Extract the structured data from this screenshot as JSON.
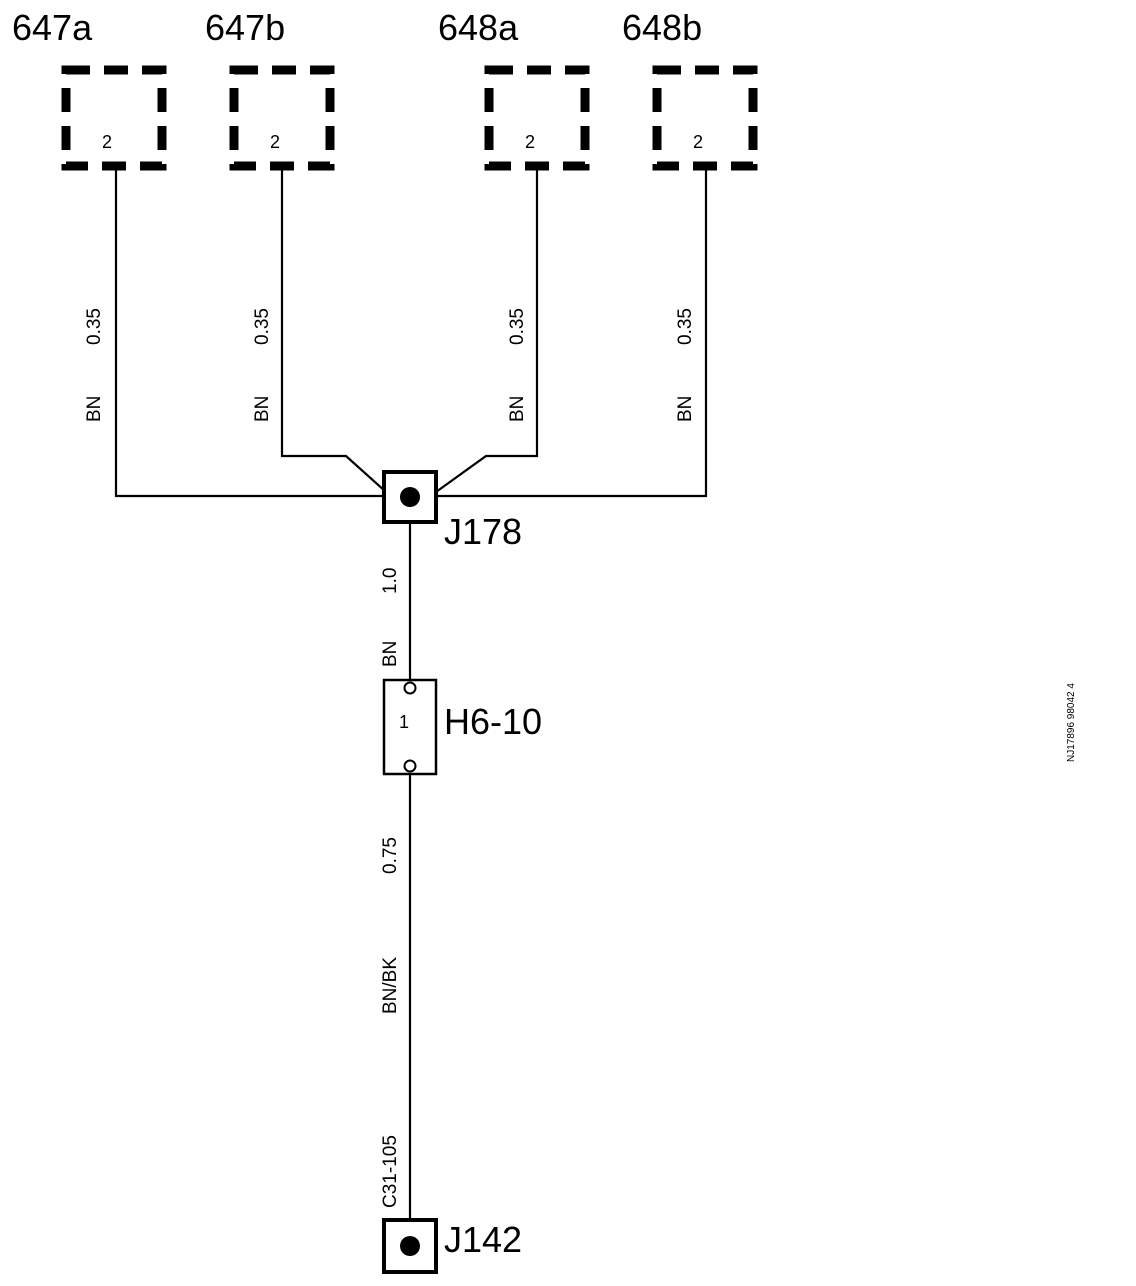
{
  "connectors": [
    {
      "id": "647a",
      "pin": "2",
      "wire_size": "0.35",
      "wire_color": "BN"
    },
    {
      "id": "647b",
      "pin": "2",
      "wire_size": "0.35",
      "wire_color": "BN"
    },
    {
      "id": "648a",
      "pin": "2",
      "wire_size": "0.35",
      "wire_color": "BN"
    },
    {
      "id": "648b",
      "pin": "2",
      "wire_size": "0.35",
      "wire_color": "BN"
    }
  ],
  "splice_top": {
    "label": "J178"
  },
  "wire_mid": {
    "size": "1.0",
    "color": "BN"
  },
  "fuse": {
    "label": "H6-10",
    "pin": "1"
  },
  "wire_low": {
    "size": "0.75",
    "color": "BN/BK",
    "circuit": "C31-105"
  },
  "splice_bottom": {
    "label": "J142"
  },
  "side_code": "NJ17896 98042 4"
}
